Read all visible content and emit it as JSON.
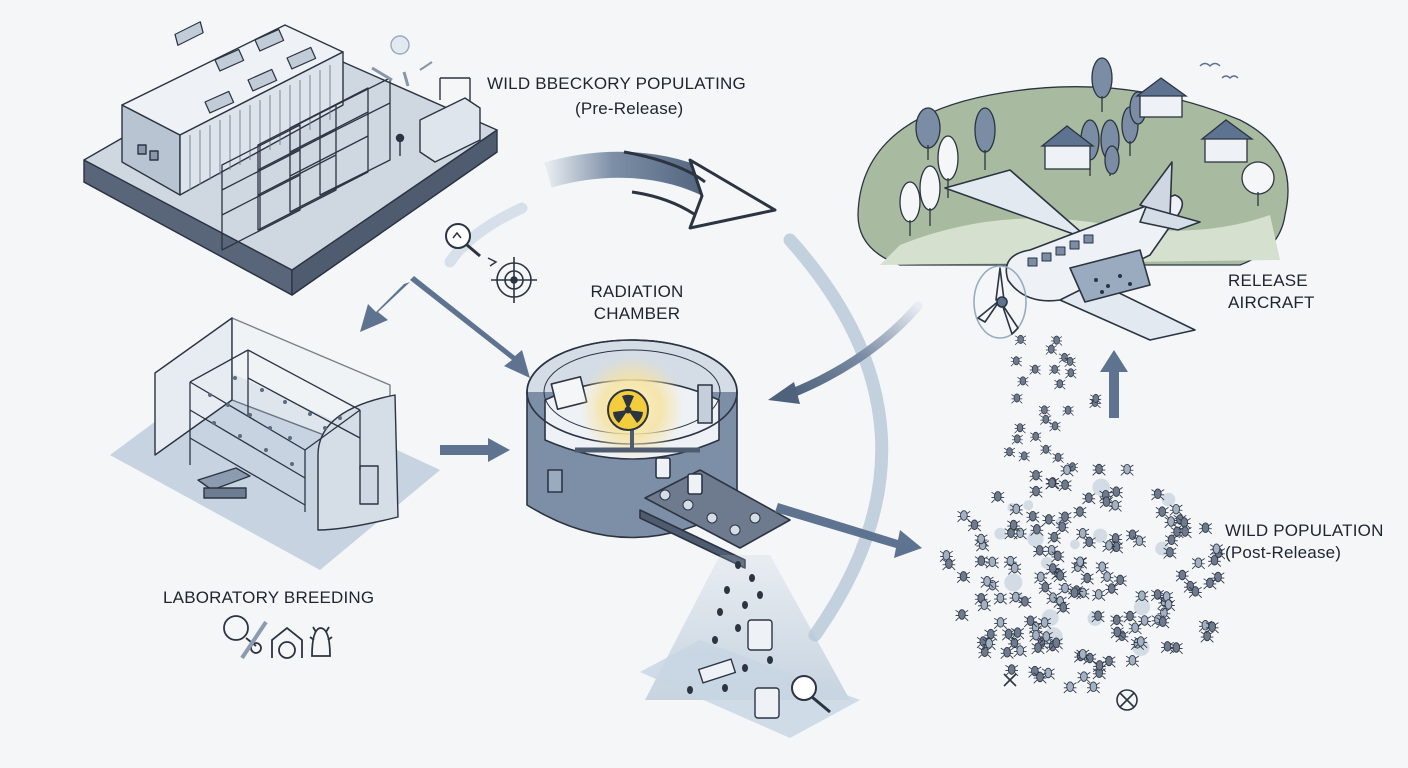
{
  "labels": {
    "top_line1": "WILD BBECKORY POPULATING",
    "top_line2": "(Pre-Release)",
    "chamber_line1": "RADIATION",
    "chamber_line2": "CHAMBER",
    "aircraft_line1": "RELEASE",
    "aircraft_line2": "AIRCRAFT",
    "lab": "LABORATORY BREEDING",
    "wild_line1": "WILD POPULATION",
    "wild_line2": "(Post-Release)"
  },
  "icons": {
    "facility": "factory-building-icon",
    "lab": "breeding-lab-icon",
    "chamber": "radiation-chamber-icon",
    "radiation": "radiation-hazard-icon",
    "aircraft": "release-airplane-icon",
    "magnifier": "magnifier-icon",
    "target": "crosshair-target-icon",
    "insect": "insect-icon",
    "sample": "sample-jar-icon",
    "excluded": "crossed-circle-icon"
  },
  "colors": {
    "background": "#f4f6f8",
    "line": "#2c3442",
    "wall": "#8a9ab0",
    "accent": "#5e7390",
    "arc": "#c3d1de",
    "hill": "#a8bba0",
    "glow": "#f6e2a0",
    "radiation": "#f2cd3c"
  }
}
